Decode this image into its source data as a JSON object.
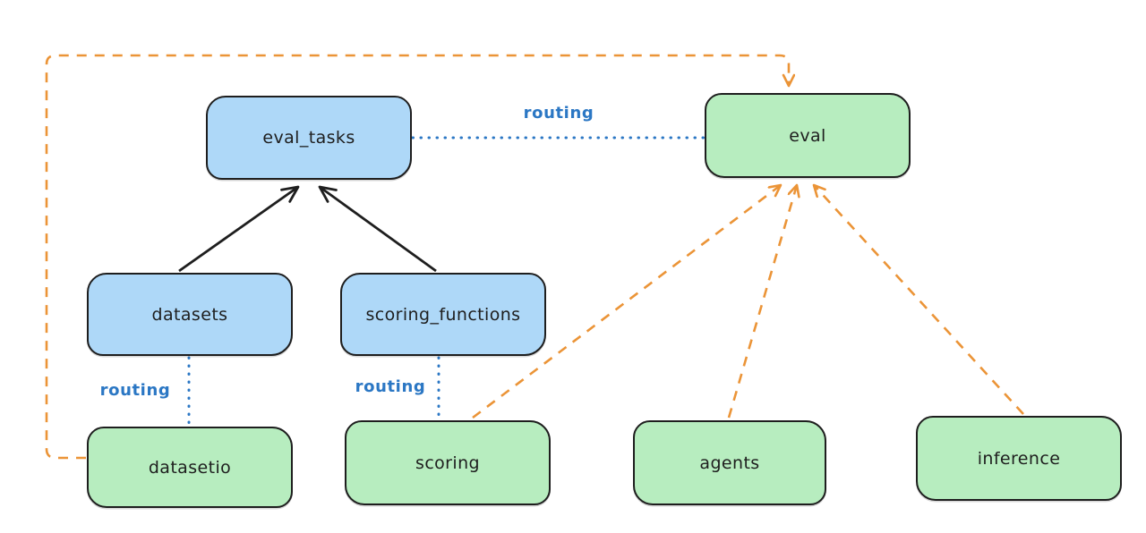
{
  "colors": {
    "api_box_fill": "#aed8f8",
    "provider_box_fill": "#b7edbf",
    "outline": "#1e1e1e",
    "routing_blue": "#2b77c4",
    "dependency_orange": "#eb9437",
    "background": "#ffffff"
  },
  "nodes": [
    {
      "id": "eval_tasks",
      "label": "eval_tasks",
      "kind": "api"
    },
    {
      "id": "datasets",
      "label": "datasets",
      "kind": "api"
    },
    {
      "id": "scoring_functions",
      "label": "scoring_functions",
      "kind": "api"
    },
    {
      "id": "eval",
      "label": "eval",
      "kind": "provider"
    },
    {
      "id": "datasetio",
      "label": "datasetio",
      "kind": "provider"
    },
    {
      "id": "scoring",
      "label": "scoring",
      "kind": "provider"
    },
    {
      "id": "agents",
      "label": "agents",
      "kind": "provider"
    },
    {
      "id": "inference",
      "label": "inference",
      "kind": "provider"
    }
  ],
  "edges": [
    {
      "from": "datasets",
      "to": "eval_tasks",
      "style": "solid-black-arrow"
    },
    {
      "from": "scoring_functions",
      "to": "eval_tasks",
      "style": "solid-black-arrow"
    },
    {
      "from": "eval_tasks",
      "to": "eval",
      "style": "dotted-blue",
      "label": "routing"
    },
    {
      "from": "datasets",
      "to": "datasetio",
      "style": "dotted-blue",
      "label": "routing"
    },
    {
      "from": "scoring_functions",
      "to": "scoring",
      "style": "dotted-blue",
      "label": "routing"
    },
    {
      "from": "datasetio",
      "to": "eval",
      "style": "dashed-orange-arrow"
    },
    {
      "from": "scoring",
      "to": "eval",
      "style": "dashed-orange-arrow"
    },
    {
      "from": "agents",
      "to": "eval",
      "style": "dashed-orange-arrow"
    },
    {
      "from": "inference",
      "to": "eval",
      "style": "dashed-orange-arrow"
    }
  ],
  "edge_labels": {
    "routing_top": "routing",
    "routing_left": "routing",
    "routing_mid": "routing"
  }
}
